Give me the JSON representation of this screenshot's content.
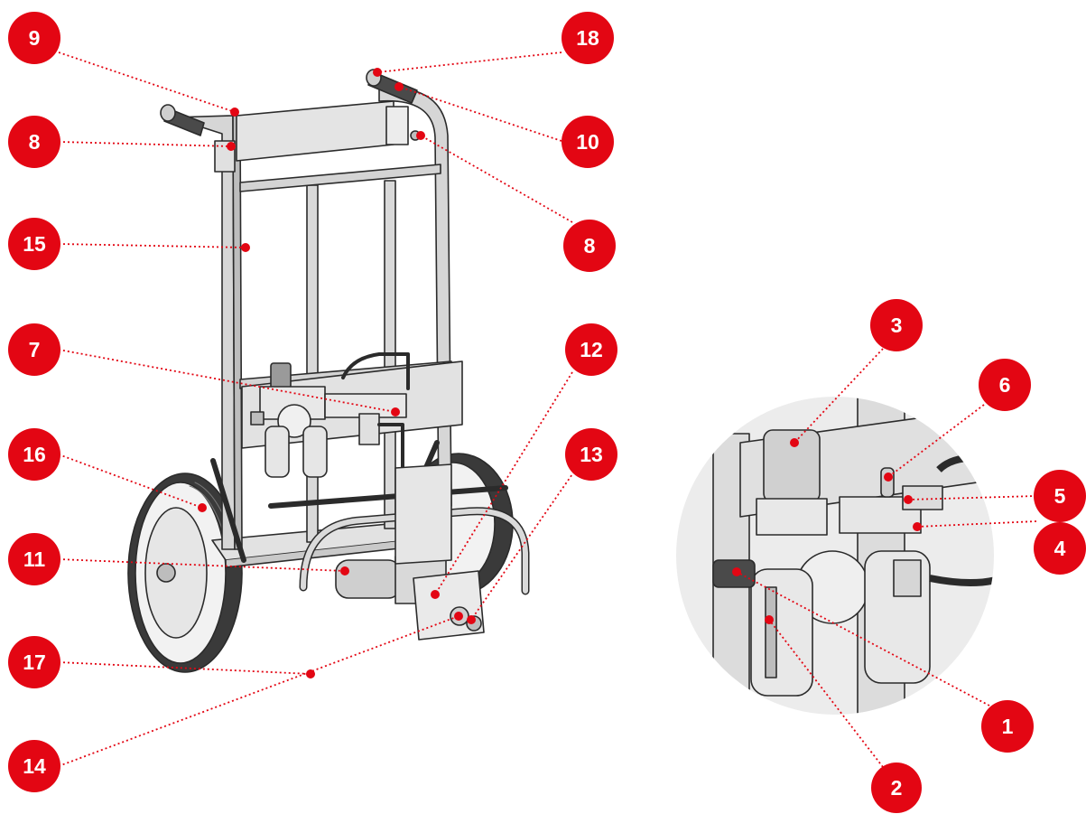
{
  "colors": {
    "callout": "#e30613",
    "leader": "#e30613",
    "callout_text": "#ffffff",
    "outline": "#2b2b2b",
    "metal": "#cfcfcf",
    "metal_dark": "#9a9a9a",
    "tire": "#3a3a3a",
    "inset_bg": "#e4e4e4"
  },
  "callouts": [
    {
      "id": "c9",
      "label": "9"
    },
    {
      "id": "c18",
      "label": "18"
    },
    {
      "id": "c8a",
      "label": "8"
    },
    {
      "id": "c10",
      "label": "10"
    },
    {
      "id": "c15",
      "label": "15"
    },
    {
      "id": "c8b",
      "label": "8"
    },
    {
      "id": "c7",
      "label": "7"
    },
    {
      "id": "c12",
      "label": "12"
    },
    {
      "id": "c16",
      "label": "16"
    },
    {
      "id": "c13",
      "label": "13"
    },
    {
      "id": "c11",
      "label": "11"
    },
    {
      "id": "c17",
      "label": "17"
    },
    {
      "id": "c14",
      "label": "14"
    },
    {
      "id": "c3",
      "label": "3"
    },
    {
      "id": "c6",
      "label": "6"
    },
    {
      "id": "c5",
      "label": "5"
    },
    {
      "id": "c4",
      "label": "4"
    },
    {
      "id": "c1",
      "label": "1"
    },
    {
      "id": "c2",
      "label": "2"
    }
  ]
}
